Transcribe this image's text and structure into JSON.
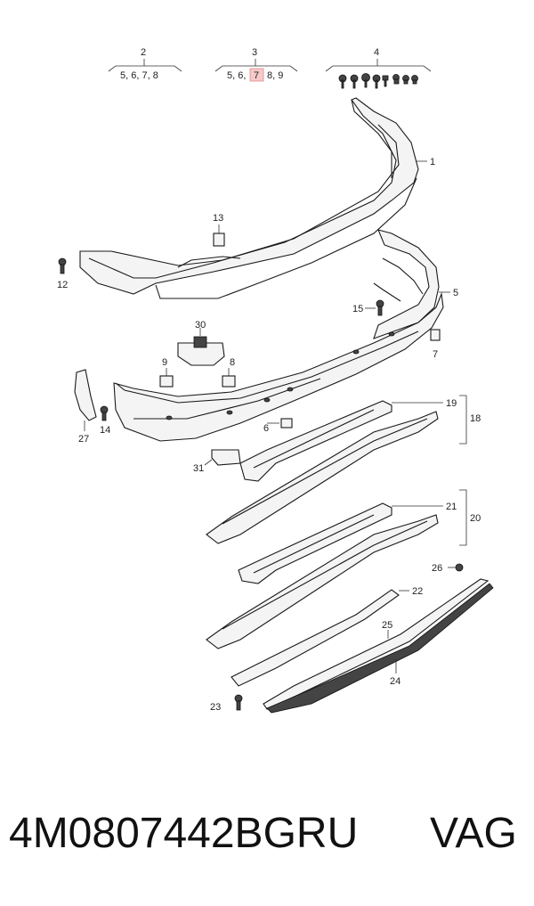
{
  "groups": [
    {
      "number": "2",
      "sub": "5, 6, 7, 8"
    },
    {
      "number": "3",
      "sub_parts": [
        "5, 6,",
        "7",
        "8, 9"
      ]
    },
    {
      "number": "4"
    }
  ],
  "callouts": {
    "c1": "1",
    "c5": "5",
    "c7": "7",
    "c6": "6",
    "c8": "8",
    "c9": "9",
    "c12": "12",
    "c13": "13",
    "c14": "14",
    "c15": "15",
    "c18": "18",
    "c19": "19",
    "c20": "20",
    "c21": "21",
    "c22": "22",
    "c23": "23",
    "c24": "24",
    "c25": "25",
    "c26": "26",
    "c27": "27",
    "c30": "30",
    "c31": "31"
  },
  "colors": {
    "highlight": "#f6c9c9",
    "highlight_border": "#e08a8a"
  },
  "footer": {
    "part_number": "4M0807442BGRU",
    "brand": "VAG"
  }
}
